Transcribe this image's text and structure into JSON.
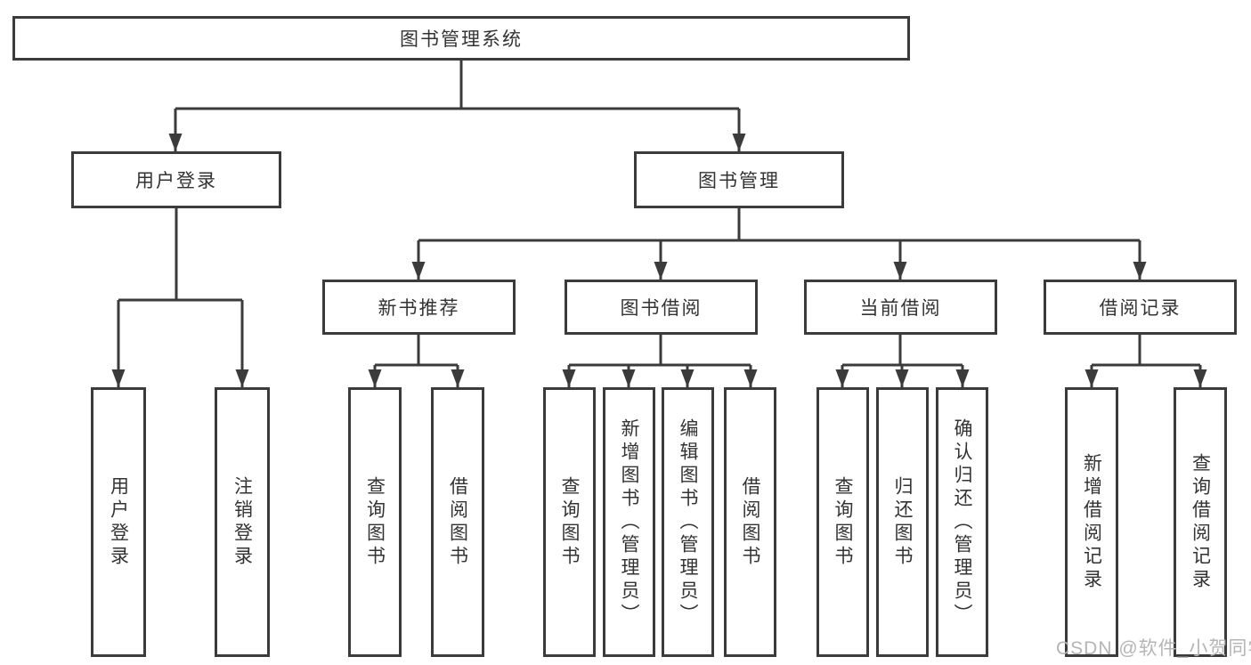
{
  "diagram": {
    "root": "图书管理系统",
    "level2": [
      "用户登录",
      "图书管理"
    ],
    "level3": [
      "新书推荐",
      "图书借阅",
      "当前借阅",
      "借阅记录"
    ],
    "leaves": {
      "login": [
        "用户登录",
        "注销登录"
      ],
      "recommend": [
        "查询图书",
        "借阅图书"
      ],
      "borrow": [
        "查询图书",
        "新增图书（管理员）",
        "编辑图书（管理员）",
        "借阅图书"
      ],
      "current": [
        "查询图书",
        "归还图书",
        "确认归还（管理员）"
      ],
      "records": [
        "新增借阅记录",
        "查询借阅记录"
      ]
    }
  },
  "watermark": "CSDN @软件_小贺同学",
  "colors": {
    "line": "#3b3b3b",
    "text": "#333333",
    "watermark_text": "#b5b5b5",
    "background": "#ffffff"
  }
}
